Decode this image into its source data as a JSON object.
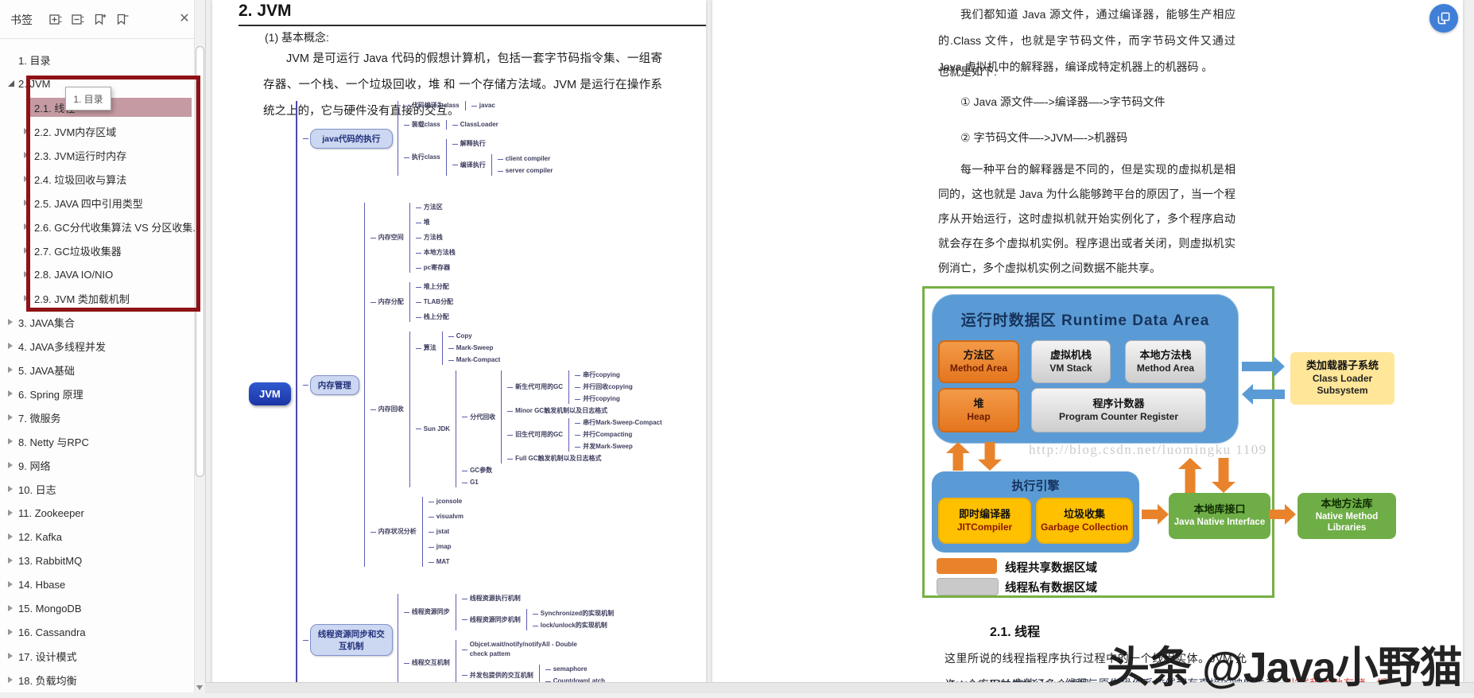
{
  "sidebar": {
    "title": "书签",
    "toolbar_icons": [
      "expand-all",
      "collapse-all",
      "add-bookmark",
      "remove-bookmark",
      "close"
    ],
    "tooltip": "1. 目录",
    "items": [
      {
        "label": "1. 目录",
        "level": 0,
        "children": false
      },
      {
        "label": "2. JVM",
        "level": 0,
        "children": true,
        "expanded": true
      },
      {
        "label": "2.1. 线程",
        "level": 1,
        "children": false,
        "selected": true
      },
      {
        "label": "2.2. JVM内存区域",
        "level": 1,
        "children": true
      },
      {
        "label": "2.3. JVM运行时内存",
        "level": 1,
        "children": true
      },
      {
        "label": "2.4. 垃圾回收与算法",
        "level": 1,
        "children": true
      },
      {
        "label": "2.5. JAVA 四中引用类型",
        "level": 1,
        "children": true
      },
      {
        "label": "2.6. GC分代收集算法  VS 分区收集...",
        "level": 1,
        "children": true
      },
      {
        "label": "2.7. GC垃圾收集器",
        "level": 1,
        "children": true
      },
      {
        "label": "2.8.  JAVA IO/NIO",
        "level": 1,
        "children": true
      },
      {
        "label": "2.9. JVM 类加载机制",
        "level": 1,
        "children": true
      },
      {
        "label": "3. JAVA集合",
        "level": 0,
        "children": true
      },
      {
        "label": "4. JAVA多线程并发",
        "level": 0,
        "children": true
      },
      {
        "label": "5. JAVA基础",
        "level": 0,
        "children": true
      },
      {
        "label": "6. Spring 原理",
        "level": 0,
        "children": true
      },
      {
        "label": "7.  微服务",
        "level": 0,
        "children": true
      },
      {
        "label": "8. Netty 与RPC",
        "level": 0,
        "children": true
      },
      {
        "label": "9. 网络",
        "level": 0,
        "children": true
      },
      {
        "label": "10. 日志",
        "level": 0,
        "children": true
      },
      {
        "label": "11. Zookeeper",
        "level": 0,
        "children": true
      },
      {
        "label": "12. Kafka",
        "level": 0,
        "children": true
      },
      {
        "label": "13. RabbitMQ",
        "level": 0,
        "children": true
      },
      {
        "label": "14. Hbase",
        "level": 0,
        "children": true
      },
      {
        "label": "15. MongoDB",
        "level": 0,
        "children": true
      },
      {
        "label": "16. Cassandra",
        "level": 0,
        "children": true
      },
      {
        "label": "17. 设计模式",
        "level": 0,
        "children": true
      },
      {
        "label": "18. 负载均衡",
        "level": 0,
        "children": true
      }
    ]
  },
  "page1": {
    "title": "2. JVM",
    "subtitle": "(1) 基本概念:",
    "paragraph": "JVM 是可运行 Java 代码的假想计算机，包括一套字节码指令集、一组寄存器、一个栈、一个垃圾回收，堆 和 一个存储方法域。JVM 是运行在操作系统之上的，它与硬件没有直接的交互。",
    "mindmap": {
      "label": "JVM",
      "children": [
        {
          "label": "java代码的执行",
          "children": [
            {
              "label": "代码编译为class",
              "children": [
                {
                  "label": "javac"
                }
              ]
            },
            {
              "label": "装载class",
              "children": [
                {
                  "label": "ClassLoader"
                }
              ]
            },
            {
              "label": "执行class",
              "children": [
                {
                  "label": "解释执行"
                },
                {
                  "label": "编译执行",
                  "children": [
                    {
                      "label": "client compiler"
                    },
                    {
                      "label": "server compiler"
                    }
                  ]
                }
              ]
            }
          ]
        },
        {
          "label": "内存管理",
          "children": [
            {
              "label": "内存空间",
              "children": [
                {
                  "label": "方法区"
                },
                {
                  "label": "堆"
                },
                {
                  "label": "方法栈"
                },
                {
                  "label": "本地方法栈"
                },
                {
                  "label": "pc寄存器"
                }
              ]
            },
            {
              "label": "内存分配",
              "children": [
                {
                  "label": "堆上分配"
                },
                {
                  "label": "TLAB分配"
                },
                {
                  "label": "栈上分配"
                }
              ]
            },
            {
              "label": "内存回收",
              "children": [
                {
                  "label": "算法",
                  "children": [
                    {
                      "label": "Copy"
                    },
                    {
                      "label": "Mark-Sweep"
                    },
                    {
                      "label": "Mark-Compact"
                    }
                  ]
                },
                {
                  "label": "Sun JDK",
                  "children": [
                    {
                      "label": "分代回收",
                      "children": [
                        {
                          "label": "新生代可用的GC",
                          "children": [
                            {
                              "label": "串行copying"
                            },
                            {
                              "label": "并行回收copying"
                            },
                            {
                              "label": "并行copying"
                            }
                          ]
                        },
                        {
                          "label": "Minor GC触发机制以及日志格式"
                        },
                        {
                          "label": "旧生代可用的GC",
                          "children": [
                            {
                              "label": "串行Mark-Sweep-Compact"
                            },
                            {
                              "label": "并行Compacting"
                            },
                            {
                              "label": "并发Mark-Sweep"
                            }
                          ]
                        },
                        {
                          "label": "Full GC触发机制以及日志格式"
                        }
                      ]
                    },
                    {
                      "label": "GC参数"
                    },
                    {
                      "label": "G1"
                    }
                  ]
                }
              ]
            },
            {
              "label": "内存状况分析",
              "children": [
                {
                  "label": "jconsole"
                },
                {
                  "label": "visualvm"
                },
                {
                  "label": "jstat"
                },
                {
                  "label": "jmap"
                },
                {
                  "label": "MAT"
                }
              ]
            }
          ]
        },
        {
          "label": "线程资源同步和交互机制",
          "children": [
            {
              "label": "线程资源同步",
              "children": [
                {
                  "label": "线程资源执行机制"
                },
                {
                  "label": "线程资源同步机制",
                  "children": [
                    {
                      "label": "Synchronized的实现机制"
                    },
                    {
                      "label": "lock/unlock的实现机制"
                    }
                  ]
                }
              ]
            },
            {
              "label": "线程交互机制",
              "children": [
                {
                  "label": "Objcet.wait/notify/notifyAll - Double check pattem"
                },
                {
                  "label": "并发包提供的交互机制",
                  "children": [
                    {
                      "label": "semaphore"
                    },
                    {
                      "label": "CountdownLatch"
                    }
                  ]
                }
              ]
            }
          ]
        }
      ]
    }
  },
  "page2": {
    "para1": "我们都知道 Java 源文件，通过编译器，能够生产相应的.Class 文件，也就是字节码文件，而字节码文件又通过 Java 虚拟机中的解释器，编译成特定机器上的机器码 。",
    "also": "也就是如下:",
    "step1": "① Java 源文件—->编译器—->字节码文件",
    "step2": "② 字节码文件—->JVM—->机器码",
    "para3": "每一种平台的解释器是不同的，但是实现的虚拟机是相同的，这也就是 Java 为什么能够跨平台的原因了，当一个程序从开始运行，这时虚拟机就开始实例化了，多个程序启动就会存在多个虚拟机实例。程序退出或者关闭，则虚拟机实例消亡，多个虚拟机实例之间数据不能共享。",
    "diagram": {
      "title": "运行时数据区  Runtime Data Area",
      "method_area_zh": "方法区",
      "method_area_en": "Method Area",
      "vm_stack_zh": "虚拟机栈",
      "vm_stack_en": "VM Stack",
      "native_stack_zh": "本地方法栈",
      "native_stack_en": "Method Area",
      "heap_zh": "堆",
      "heap_en": "Heap",
      "pc_zh": "程序计数器",
      "pc_en": "Program Counter Register",
      "engine_title": "执行引擎",
      "jit_zh": "即时编译器",
      "jit_en": "JITCompiler",
      "gc_zh": "垃圾收集",
      "gc_en": "Garbage Collection",
      "classloader_zh": "类加载器子系统",
      "classloader_en": "Class Loader Subsystem",
      "jni_zh": "本地库接口",
      "jni_en": "Java Native Interface",
      "nativelib_zh": "本地方法库",
      "nativelib_en": "Native Method Libraries",
      "legend_shared": "线程共享数据区域",
      "legend_private": "线程私有数据区域",
      "watermark": "http://blog.csdn.net/luomingku 1109"
    },
    "section_title": "2.1. 线程",
    "para4": "这里所说的线程指程序执行过程中的一个线程实体。JVM 允许一个应用并发执行多个线程。",
    "para5_dark": "Hotspot JVM 中的 Java 线程与原生操作系统线程有直接的映射关系。",
    "para5_red": "当线程本地存储、缓",
    "big_watermark": "头条 @Java小野猫"
  }
}
